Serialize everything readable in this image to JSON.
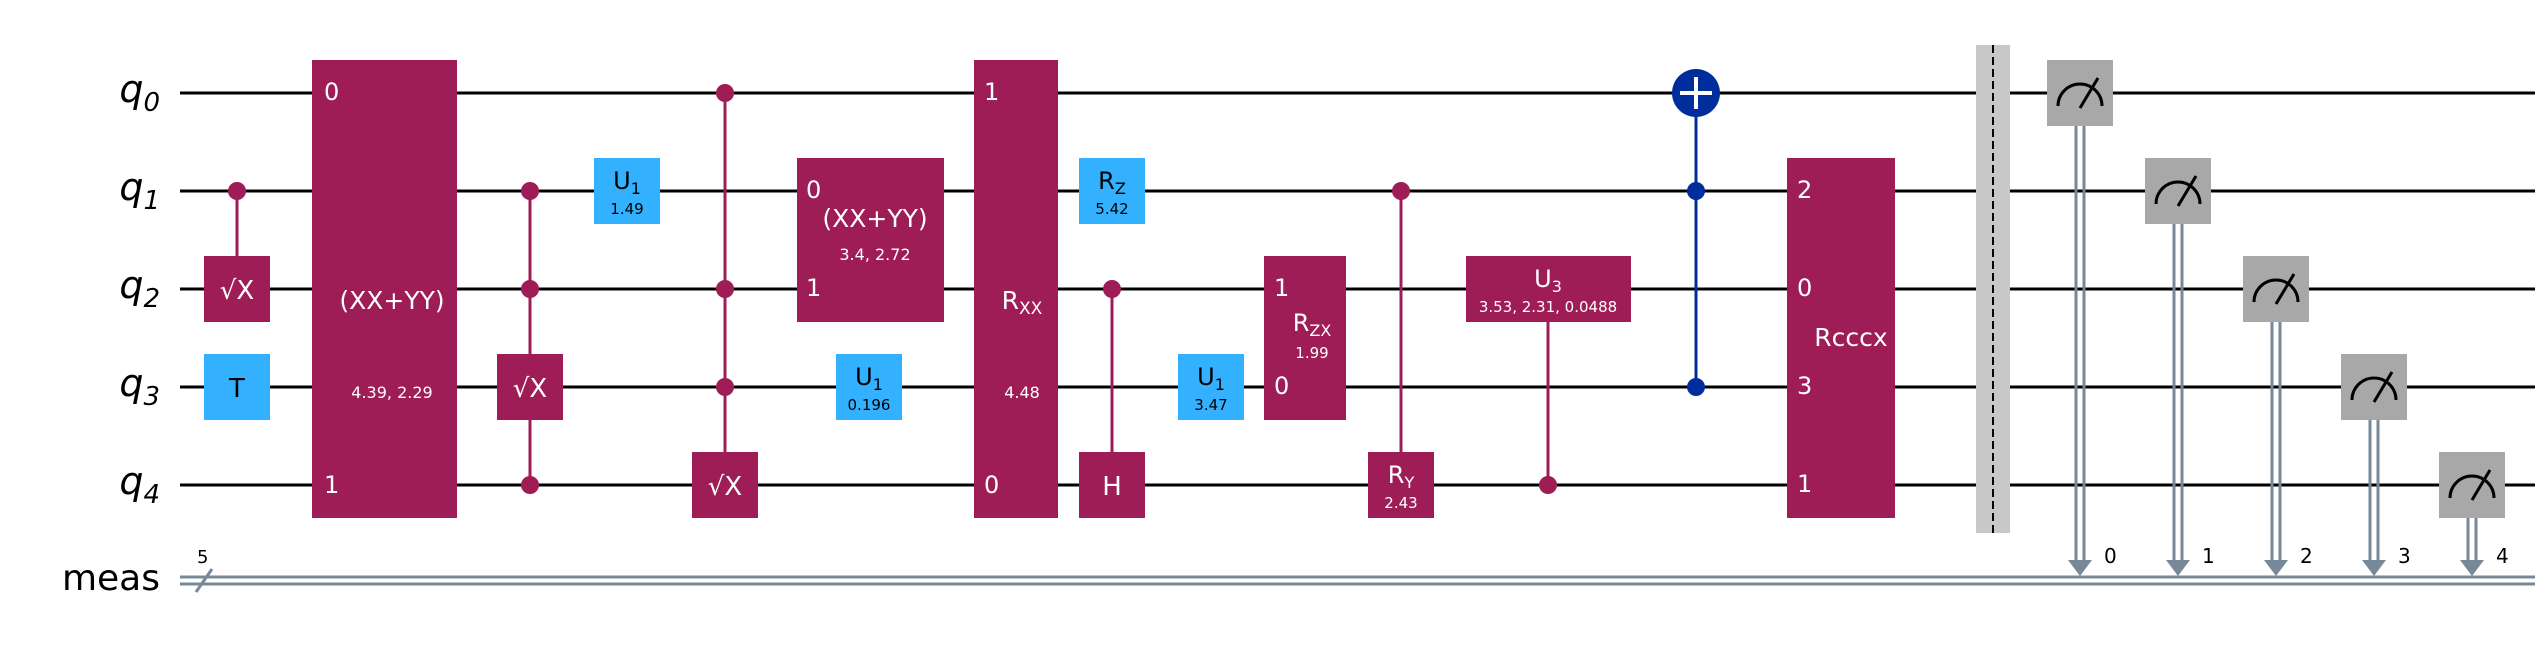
{
  "colors": {
    "multi_gate": "#9F1D56",
    "single_gate": "#33B1FF",
    "cnot": "#002D9C",
    "measure": "#A8A8A8",
    "classical": "#778899",
    "barrier": "#C8C8C8"
  },
  "wires": {
    "qubits": [
      {
        "base": "q",
        "sub": "0"
      },
      {
        "base": "q",
        "sub": "1"
      },
      {
        "base": "q",
        "sub": "2"
      },
      {
        "base": "q",
        "sub": "3"
      },
      {
        "base": "q",
        "sub": "4"
      }
    ],
    "classical": {
      "label": "meas",
      "width": "5"
    }
  },
  "gates": {
    "csx": {
      "label": "√X"
    },
    "t": {
      "label": "T"
    },
    "xxyy1": {
      "label": "(XX+YY)",
      "params": "4.39, 2.29",
      "pin_top": "0",
      "pin_bottom": "1"
    },
    "ccsx": {
      "label": "√X"
    },
    "u1_a": {
      "label": "U",
      "sub": "1",
      "params": "1.49"
    },
    "cccsx": {
      "label": "√X"
    },
    "xxyy2": {
      "label": "(XX+YY)",
      "params": "3.4, 2.72",
      "pin_top": "0",
      "pin_bottom": "1"
    },
    "u1_b": {
      "label": "U",
      "sub": "1",
      "params": "0.196"
    },
    "rxx": {
      "label": "R",
      "sub": "XX",
      "params": "4.48",
      "pin_top": "1",
      "pin_bottom": "0"
    },
    "rz": {
      "label": "R",
      "sub": "Z",
      "params": "5.42"
    },
    "ch": {
      "label": "H"
    },
    "u1_c": {
      "label": "U",
      "sub": "1",
      "params": "3.47"
    },
    "rzx": {
      "label": "R",
      "sub": "ZX",
      "params": "1.99",
      "pin_top": "1",
      "pin_bottom": "0"
    },
    "cry": {
      "label": "R",
      "sub": "Y",
      "params": "2.43"
    },
    "cu3": {
      "label": "U",
      "sub": "3",
      "params": "3.53, 2.31, 0.0488"
    },
    "rcccx": {
      "label": "Rcccx",
      "pins": [
        "2",
        "0",
        "3",
        "1"
      ]
    }
  },
  "measure_bits": [
    "0",
    "1",
    "2",
    "3",
    "4"
  ]
}
